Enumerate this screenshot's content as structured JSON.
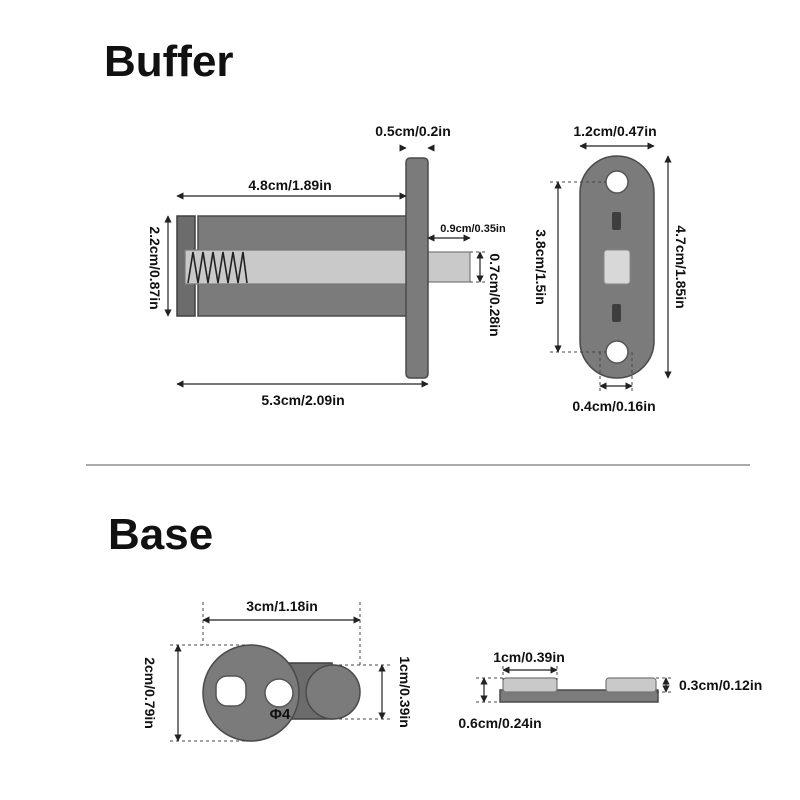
{
  "headings": {
    "buffer": "Buffer",
    "base": "Base"
  },
  "buffer_side": {
    "flange_thickness": "0.5cm/0.2in",
    "body_length": "4.8cm/1.89in",
    "body_diameter": "2.2cm/0.87in",
    "pin_length": "0.9cm/0.35in",
    "pin_diameter": "0.7cm/0.28in",
    "total_length": "5.3cm/2.09in"
  },
  "buffer_plate": {
    "width": "1.2cm/0.47in",
    "hole_spacing": "3.8cm/1.5in",
    "height": "4.7cm/1.85in",
    "hole_diameter": "0.4cm/0.16in"
  },
  "base_top": {
    "length": "3cm/1.18in",
    "diameter": "2cm/0.79in",
    "boss_diameter": "1cm/0.39in",
    "hole_label": "Φ4"
  },
  "base_side": {
    "boss_width": "1cm/0.39in",
    "boss_height": "0.3cm/0.12in",
    "total_height": "0.6cm/0.24in"
  },
  "colors": {
    "part": "#7b7b7b",
    "pin": "#c9c9c9",
    "divider": "#aaaaaa"
  }
}
